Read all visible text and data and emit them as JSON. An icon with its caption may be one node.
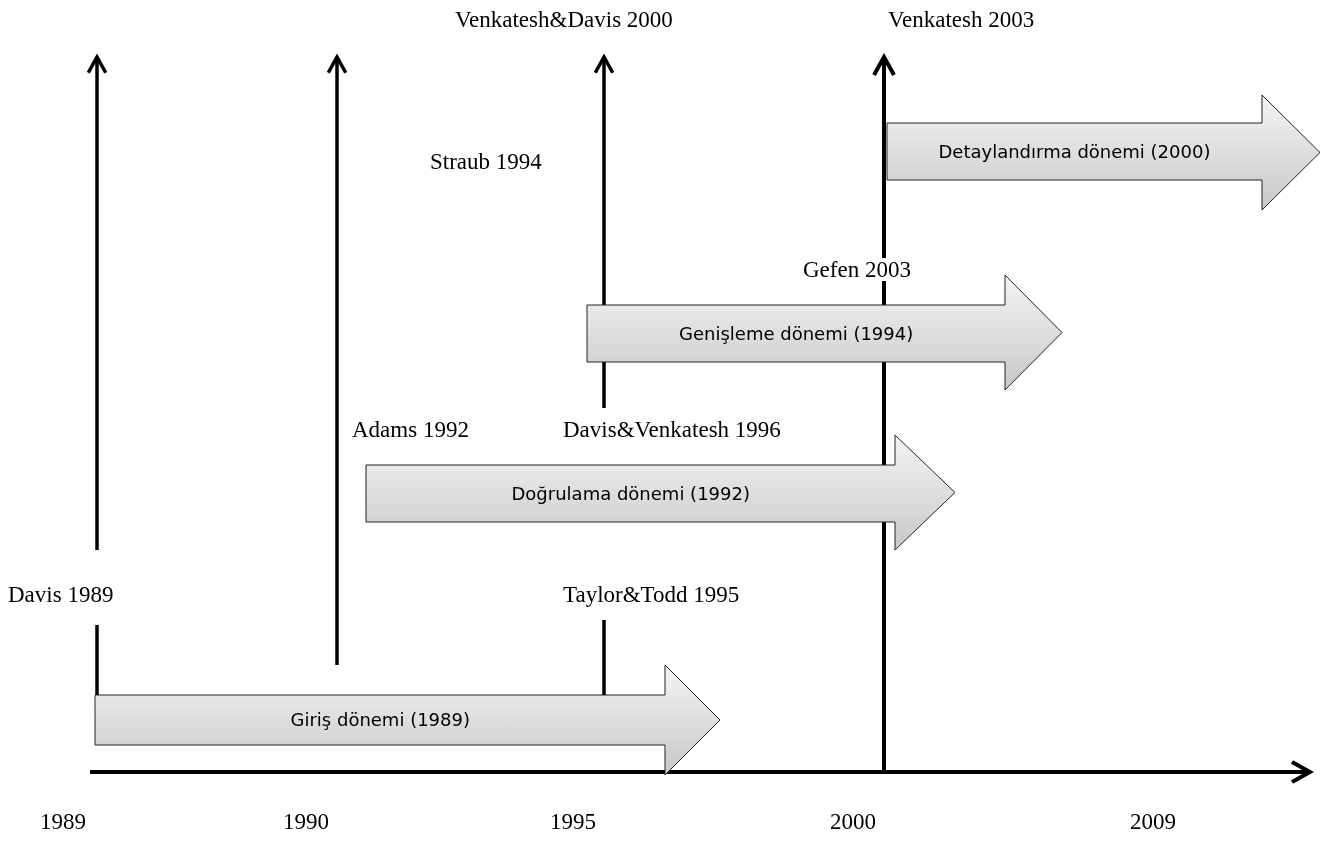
{
  "diagram": {
    "nodes": [
      {
        "text": [
          "Detaylandırma dönemi (2000)"
        ]
      },
      {
        "text": [
          "Genişleme dönemi (1994)"
        ]
      },
      {
        "text": [
          "Doğrulama dönemi (1992)"
        ]
      },
      {
        "text": [
          "Giriş dönemi (1989)"
        ]
      }
    ],
    "labels": [
      "Venkatesh&Davis 2000",
      "Venkatesh 2003",
      "Straub 1994",
      "Gefen 2003",
      "Adams 1992",
      "Davis&Venkatesh 1996",
      "Davis 1989",
      "Taylor&Todd 1995",
      "1989",
      "1990",
      "1995",
      "2000",
      "2009"
    ]
  }
}
